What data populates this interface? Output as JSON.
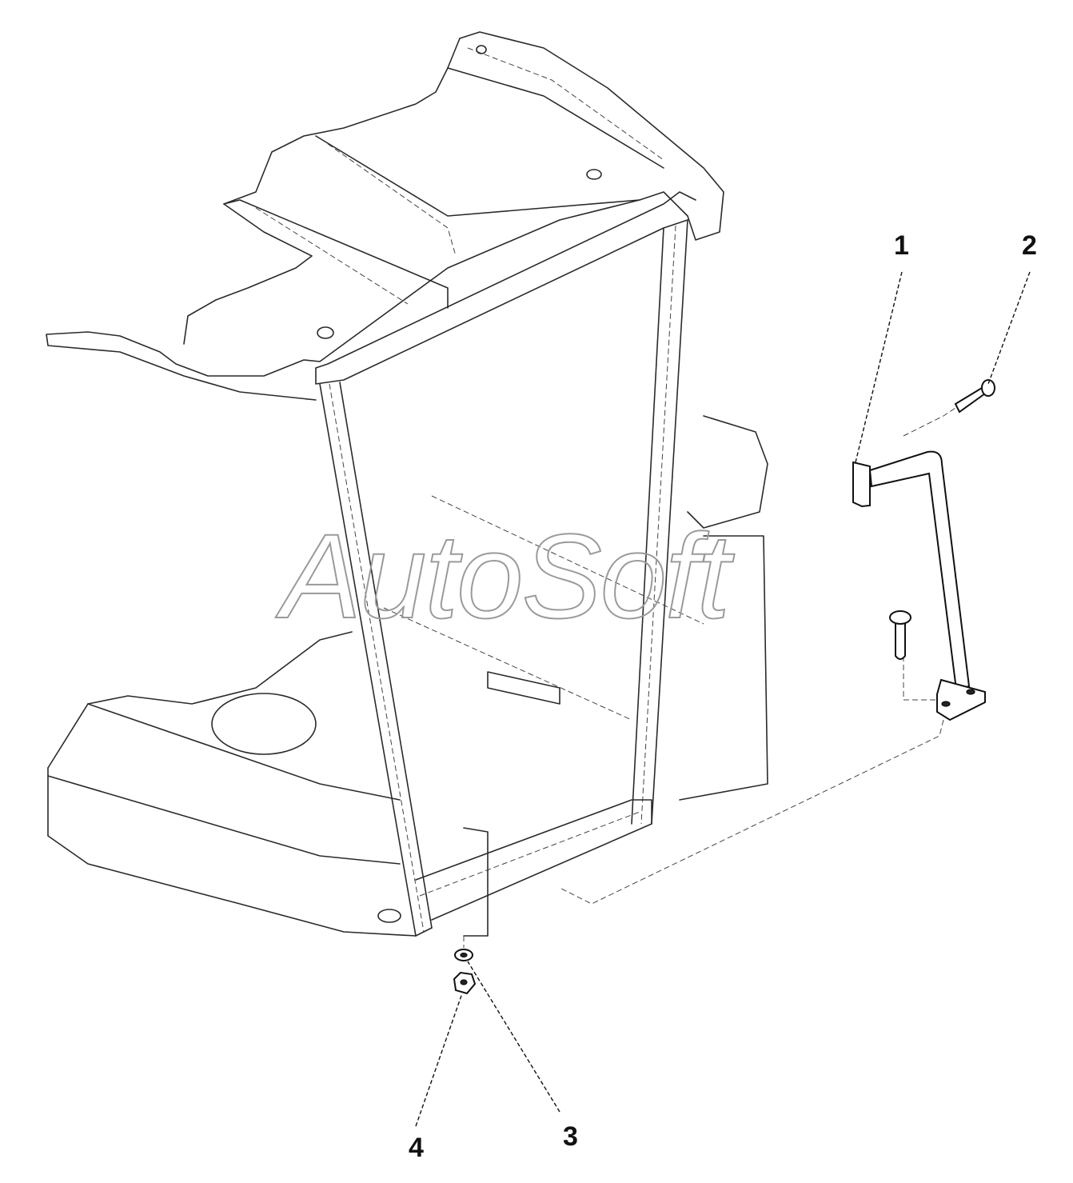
{
  "watermark": {
    "text": "AutoSoft"
  },
  "callouts": [
    {
      "label": "1"
    },
    {
      "label": "2"
    },
    {
      "label": "3"
    },
    {
      "label": "4"
    }
  ],
  "colors": {
    "line": "#2a2a2a",
    "background": "#ffffff",
    "watermark": "#9a9a9a"
  }
}
